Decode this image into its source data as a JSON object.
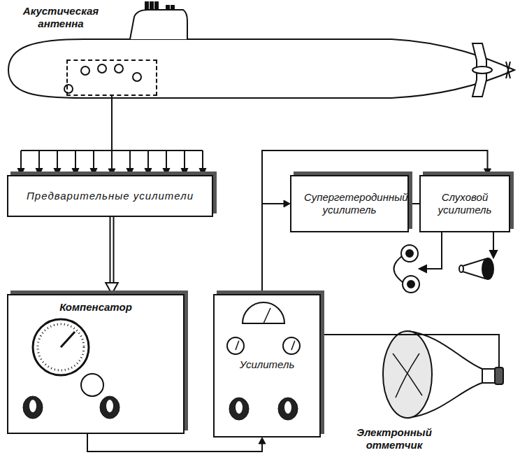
{
  "diagram": {
    "nodes": [
      {
        "text": [
          "Акустическая антенна"
        ]
      },
      {
        "text": [
          "Предварительные усилители"
        ]
      },
      {
        "text": [
          "Супергетеродинный усилитель"
        ]
      },
      {
        "text": [
          "Слуховой усилитель"
        ]
      },
      {
        "text": [
          "Компенсатор"
        ]
      },
      {
        "text": [
          "Усилитель"
        ]
      },
      {
        "text": [
          "Электронный отметчик"
        ]
      }
    ],
    "edges": [
      {
        "from": 0,
        "to": 1,
        "arrow": "to"
      },
      {
        "from": 1,
        "to": 4,
        "arrow": "to"
      },
      {
        "from": 4,
        "to": 5,
        "arrow": "to"
      },
      {
        "from": 5,
        "to": 2,
        "arrow": "to"
      },
      {
        "from": 5,
        "to": 3,
        "arrow": "to"
      },
      {
        "from": 2,
        "to": 3,
        "arrow": "none"
      },
      {
        "from": 5,
        "to": 6,
        "arrow": "none"
      }
    ]
  }
}
